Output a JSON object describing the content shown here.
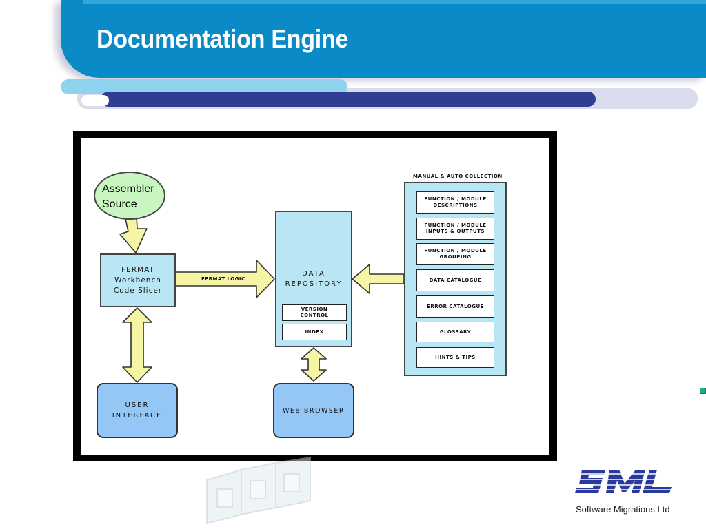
{
  "slide": {
    "title": "Documentation Engine"
  },
  "diagram": {
    "assembler_source": "Assembler\nSource",
    "fermat_workbench": "FERMAT\nWorkbench\nCode Slicer",
    "fermat_logic_label": "FERMAT LOGIC",
    "data_repository": "DATA\nREPOSITORY",
    "version_control": "VERSION\nCONTROL",
    "index": "INDEX",
    "user_interface": "USER\nINTERFACE",
    "web_browser": "WEB BROWSER",
    "collection_title": "MANUAL & AUTO COLLECTION",
    "collection_items": [
      "FUNCTION / MODULE\nDESCRIPTIONS",
      "FUNCTION / MODULE\nINPUTS & OUTPUTS",
      "FUNCTION / MODULE\nGROUPING",
      "DATA CATALOGUE",
      "ERROR CATALOGUE",
      "GLOSSARY",
      "HINTS & TIPS"
    ]
  },
  "branding": {
    "logo_text": "SML",
    "company_name": "Software Migrations Ltd"
  },
  "colors": {
    "header_blue": "#0a8bc7",
    "bar_dark_blue": "#2f3e93",
    "bar_light_blue": "#8fd3ee",
    "box_light_blue": "#b9e6f4",
    "box_blue": "#95c7f6",
    "arrow_yellow": "#f6f5a6",
    "assembler_green": "#c8f5c0"
  }
}
